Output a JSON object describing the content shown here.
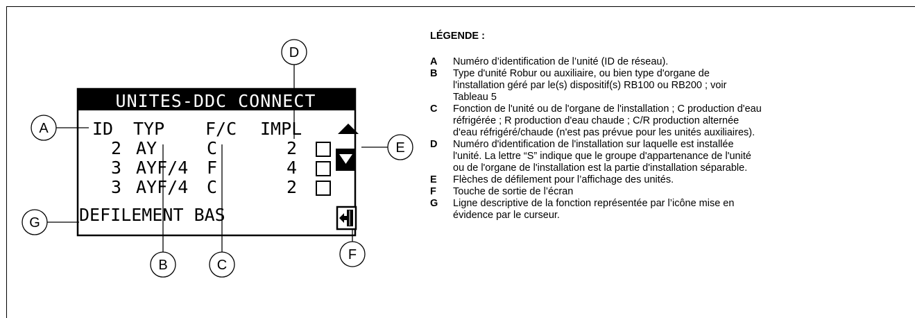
{
  "screen": {
    "title": "UNITES-DDC CONNECT",
    "headers": [
      "ID",
      "TYP",
      "F/C",
      "IMPL"
    ],
    "rows": [
      {
        "id": "2",
        "typ": "AY",
        "fc": "C",
        "impl": "2"
      },
      {
        "id": "3",
        "typ": "AYF/4",
        "fc": "F",
        "impl": "4"
      },
      {
        "id": "3",
        "typ": "AYF/4",
        "fc": "C",
        "impl": "2"
      }
    ],
    "footer": "DEFILEMENT BAS",
    "icons": [
      "scroll-up-arrow-icon",
      "scroll-down-arrow-icon",
      "exit-door-icon",
      "checkbox-icon"
    ]
  },
  "callouts": [
    "A",
    "B",
    "C",
    "D",
    "E",
    "F",
    "G"
  ],
  "legend": {
    "title": "LÉGENDE :",
    "items": [
      {
        "letter": "A",
        "lines": [
          "Numéro d’identification de l’unité (ID de réseau)."
        ]
      },
      {
        "letter": "B",
        "lines": [
          "Type d'unité Robur ou auxiliaire, ou bien type d'organe de",
          "l'installation géré par le(s) dispositif(s) RB100 ou RB200 ; voir",
          "Tableau 5"
        ]
      },
      {
        "letter": "C",
        "lines": [
          "Fonction de l'unité ou de l'organe de l'installation ; C production d'eau",
          "réfrigérée ; R production d'eau chaude ; C/R production alternée",
          "d'eau réfrigéré/chaude (n'est pas prévue pour les unités auxiliaires)."
        ]
      },
      {
        "letter": "D",
        "lines": [
          "Numéro d'identification de l'installation sur laquelle est installée",
          "l'unité. La lettre “S” indique que le groupe d'appartenance de l'unité",
          "ou de l'organe de l'installation est la partie d'installation séparable."
        ]
      },
      {
        "letter": "E",
        "lines": [
          "Flèches de défilement pour l’affichage des unités."
        ]
      },
      {
        "letter": "F",
        "lines": [
          "Touche de sortie de l’écran"
        ]
      },
      {
        "letter": "G",
        "lines": [
          "Ligne descriptive de la fonction représentée par l’icône mise en",
          "évidence par le curseur."
        ]
      }
    ]
  }
}
